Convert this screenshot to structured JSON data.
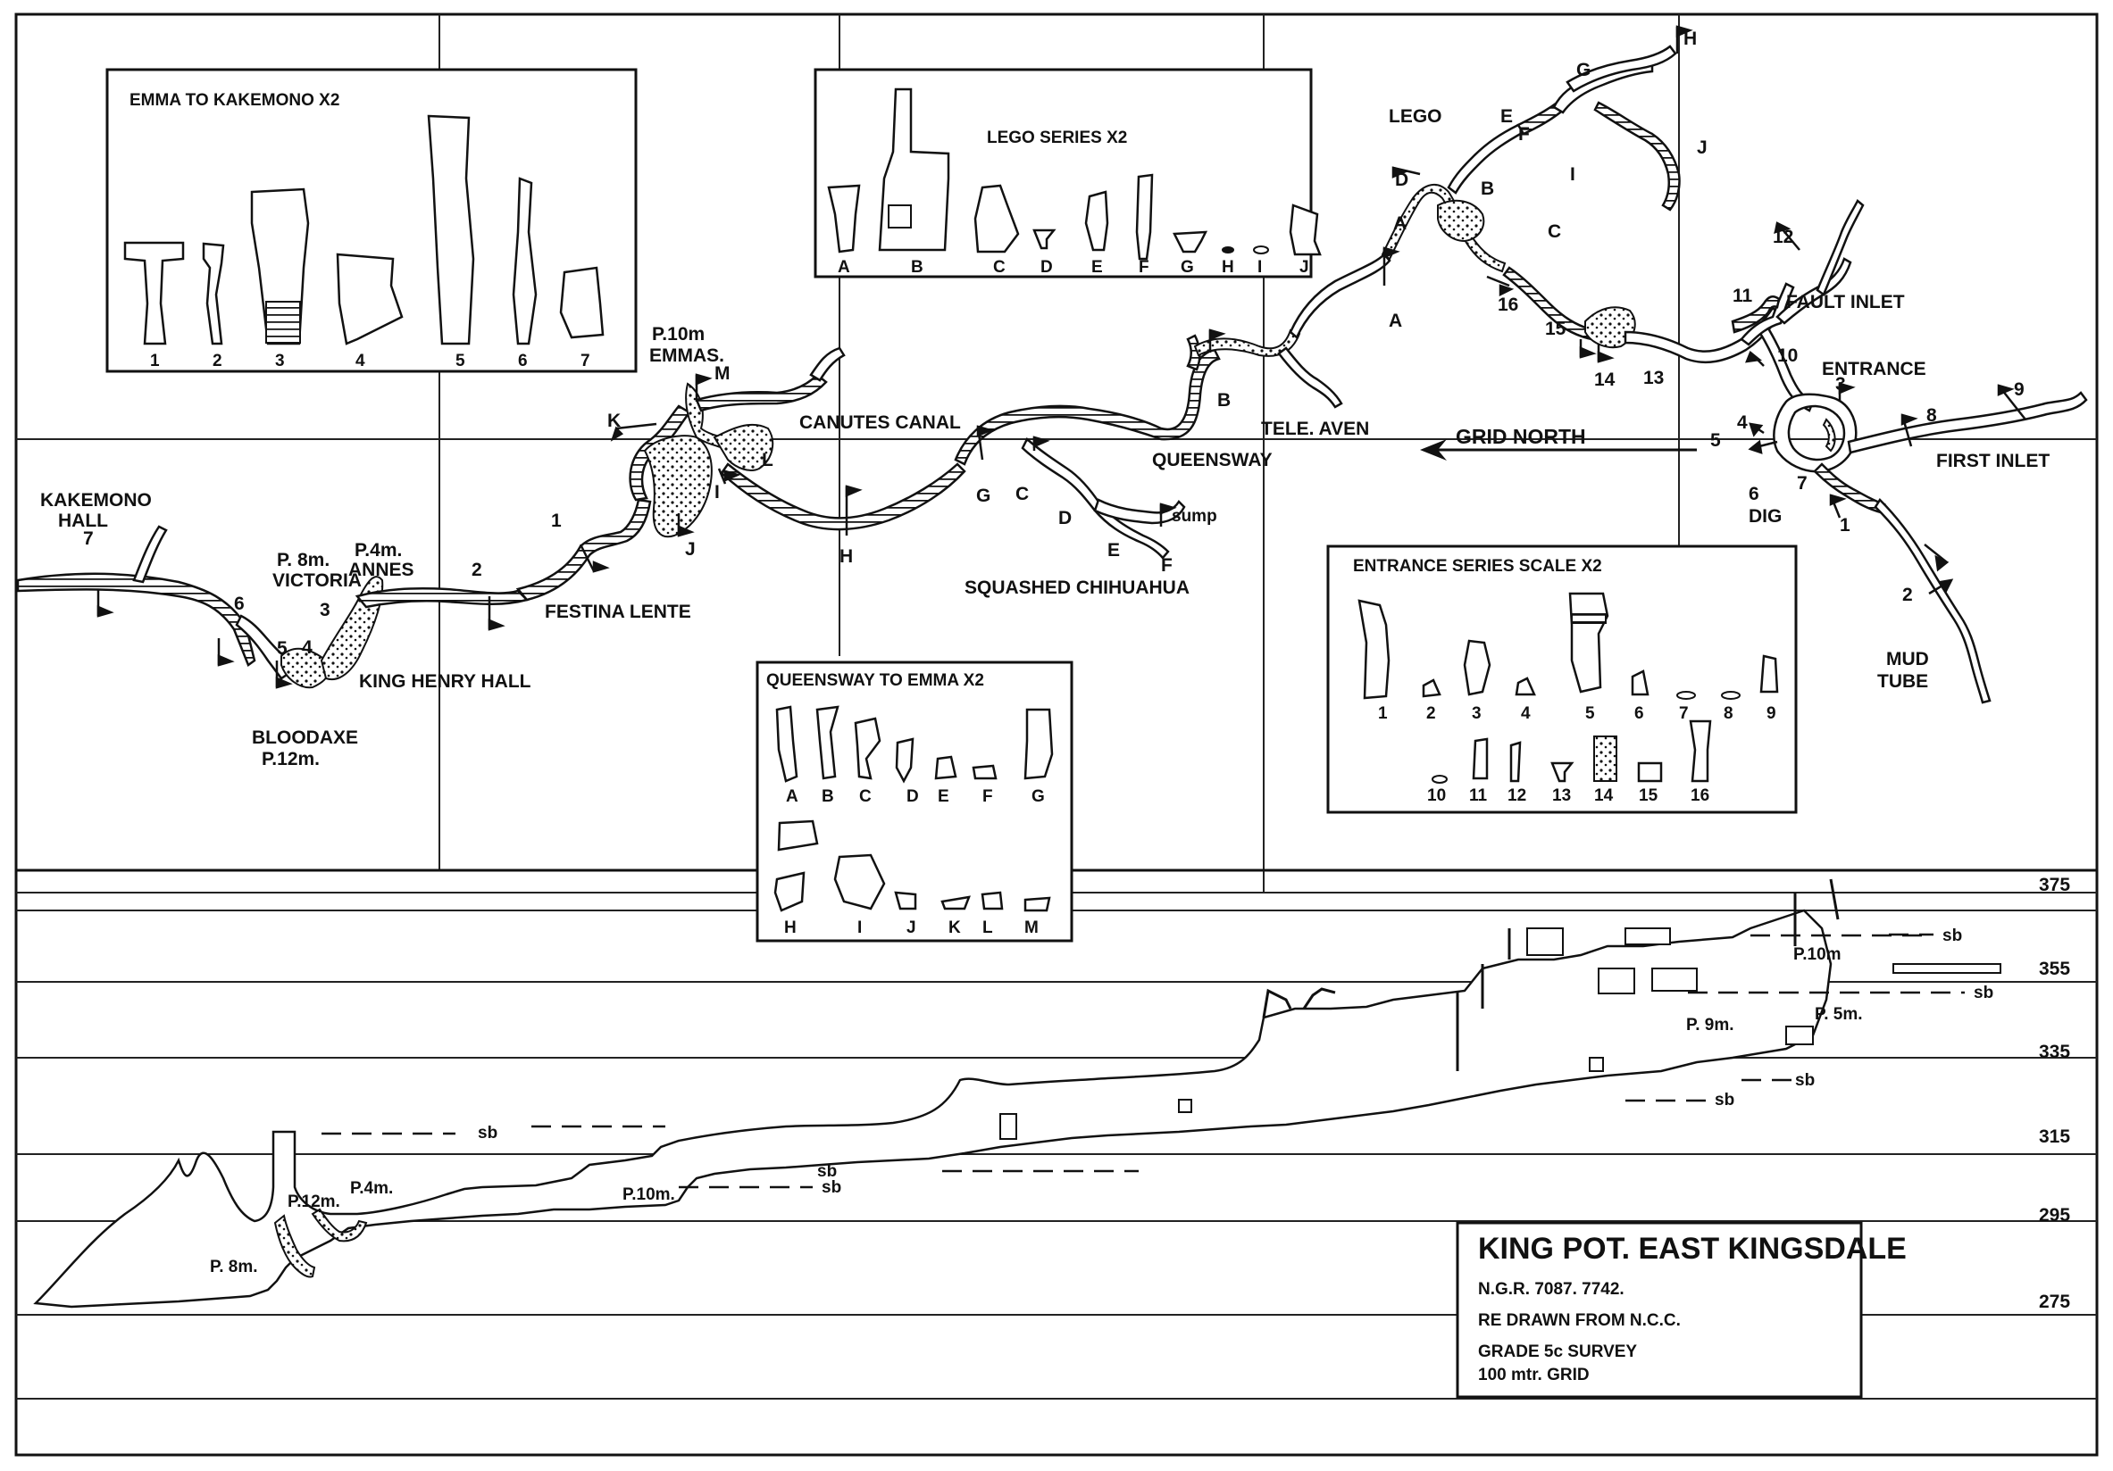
{
  "title": {
    "main": "KING POT. EAST KINGSDALE",
    "ngr": "N.G.R. 7087. 7742.",
    "redrawn": "RE DRAWN FROM N.C.C.",
    "grade": "GRADE 5c SURVEY",
    "grid": "100 mtr. GRID"
  },
  "grid_north": "GRID NORTH",
  "insets": {
    "emma": {
      "title": "EMMA TO KAKEMONO X2",
      "labels": [
        "1",
        "2",
        "3",
        "4",
        "5",
        "6",
        "7"
      ]
    },
    "lego": {
      "title": "LEGO SERIES X2",
      "labels": [
        "A",
        "B",
        "C",
        "D",
        "E",
        "F",
        "G",
        "H",
        "I",
        "J"
      ]
    },
    "queensway": {
      "title": "QUEENSWAY TO EMMA X2",
      "labels_row1": [
        "A",
        "B",
        "C",
        "D",
        "E",
        "F",
        "G"
      ],
      "labels_row2": [
        "H",
        "I",
        "J",
        "K",
        "L",
        "M"
      ]
    },
    "entrance": {
      "title": "ENTRANCE SERIES SCALE X2",
      "labels_row1": [
        "1",
        "2",
        "3",
        "4",
        "5",
        "6",
        "7",
        "8",
        "9"
      ],
      "labels_row2": [
        "10",
        "11",
        "12",
        "13",
        "14",
        "15",
        "16"
      ]
    }
  },
  "plan_labels": {
    "kakemono": "KAKEMONO",
    "hall": "HALL",
    "victoria_pitch": "P. 8m.",
    "victoria": "VICTORIA",
    "annes_pitch": "P.4m.",
    "annes": "ANNES",
    "king_henry": "KING HENRY HALL",
    "bloodaxe": "BLOODAXE",
    "bloodaxe_pitch": "P.12m.",
    "festina": "FESTINA LENTE",
    "emmas_pitch": "P.10m",
    "emmas": "EMMAS.",
    "canutes": "CANUTES CANAL",
    "queensway": "QUEENSWAY",
    "squashed": "SQUASHED CHIHUAHUA",
    "sump": "sump",
    "tele": "TELE. AVEN",
    "lego": "LEGO",
    "fault_inlet": "FAULT INLET",
    "entrance": "ENTRANCE",
    "first_inlet": "FIRST INLET",
    "dig": "DIG",
    "mud": "MUD",
    "tube": "TUBE"
  },
  "plan_stations": {
    "k": "K",
    "m": "M",
    "l": "L",
    "i": "I",
    "j": "J",
    "h": "H",
    "g": "G",
    "c": "C",
    "d": "D",
    "e": "E",
    "f": "F",
    "b": "B",
    "a": "A",
    "s1": "1",
    "s2": "2",
    "s3": "3",
    "s4": "4",
    "s5": "5",
    "s6": "6",
    "s7": "7",
    "lego_a": "A",
    "lego_b": "B",
    "lego_c": "C",
    "lego_d": "D",
    "lego_e": "E",
    "lego_f": "F",
    "lego_g": "G",
    "lego_h": "H",
    "lego_i": "I",
    "lego_j": "J",
    "n16": "16",
    "n15": "15",
    "n14": "14",
    "n13": "13",
    "n12": "12",
    "n11": "11",
    "n10": "10",
    "e3": "3",
    "e4": "4",
    "e5": "5",
    "e6": "6",
    "e7": "7",
    "e8": "8",
    "e9": "9",
    "e1": "1",
    "e2": "2"
  },
  "elevation": {
    "levels": [
      "375",
      "355",
      "335",
      "315",
      "295",
      "275"
    ],
    "sb": "sb",
    "pitches": {
      "p8": "P. 8m.",
      "p12": "P.12m.",
      "p4": "P.4m.",
      "p10a": "P.10m.",
      "p9": "P. 9m.",
      "p5": "P. 5m.",
      "p10b": "P.10m"
    }
  }
}
